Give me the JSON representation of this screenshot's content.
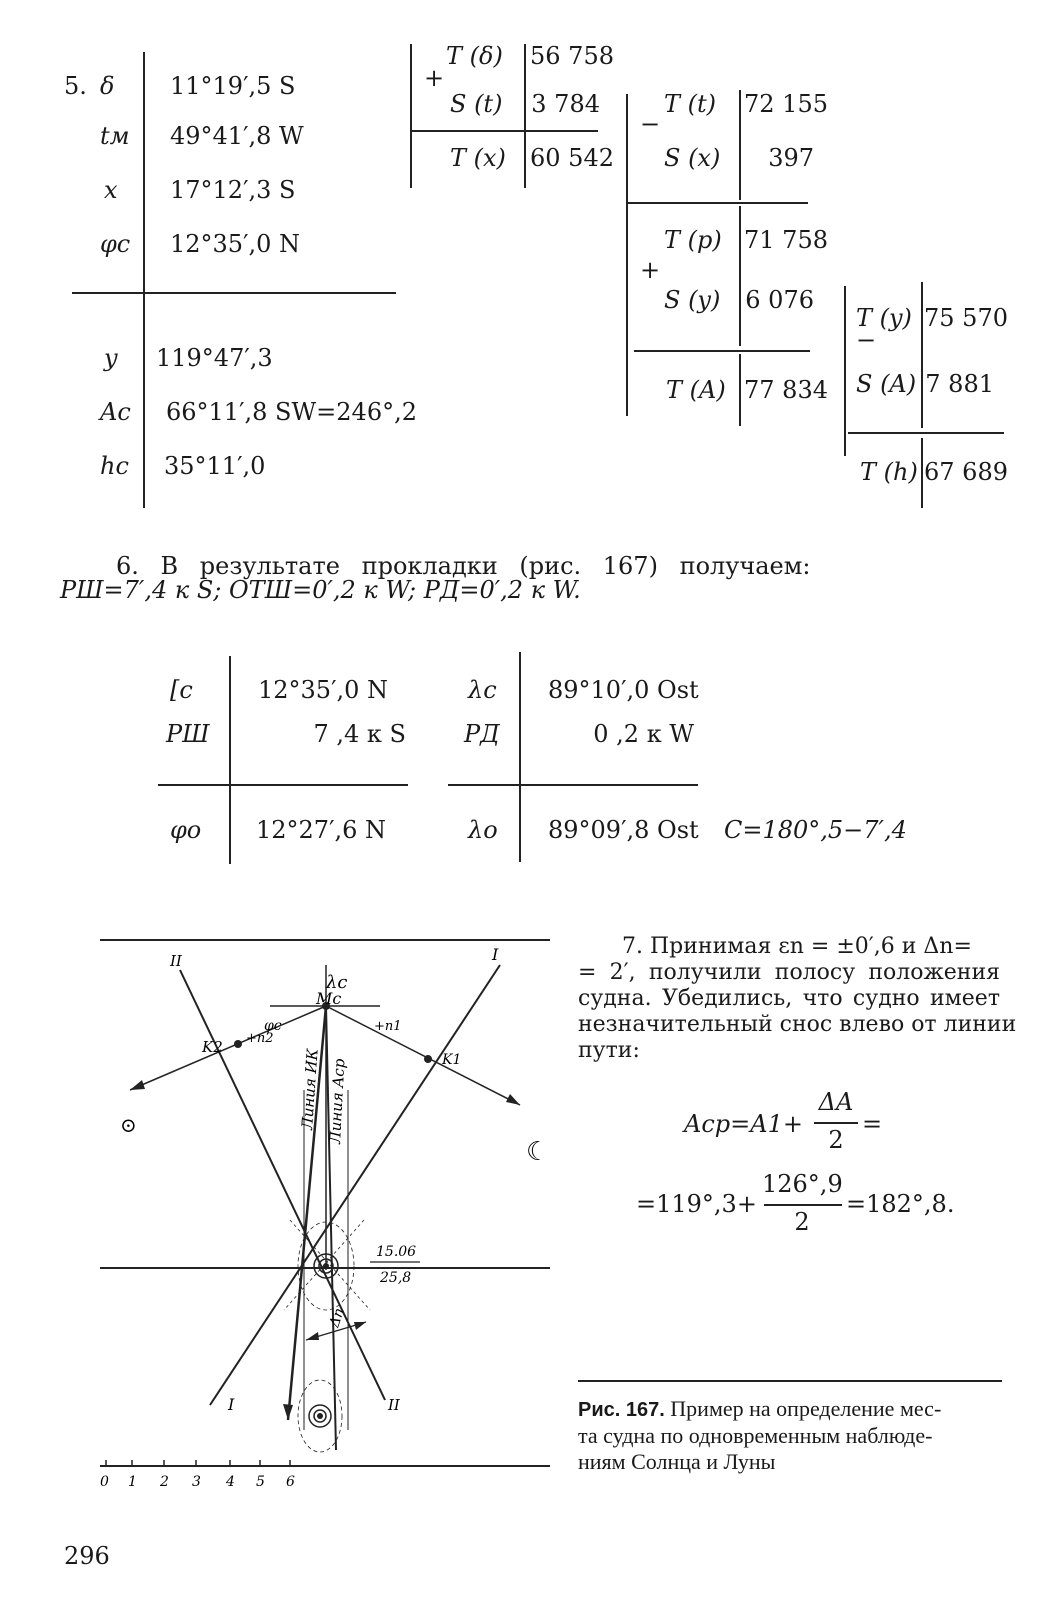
{
  "step5": {
    "num": "5.",
    "rows": [
      {
        "label": "δ",
        "value": "11°19′,5 S"
      },
      {
        "label": "tм",
        "value": "49°41′,8 W"
      },
      {
        "label": "x",
        "value": "17°12′,3 S"
      },
      {
        "label": "φc",
        "value": "12°35′,0 N"
      },
      {
        "label": "y",
        "value": "119°47′,3"
      },
      {
        "label": "Ac",
        "value": "66°11′,8 SW=246°,2"
      },
      {
        "label": "hc",
        "value": "35°11′,0"
      }
    ],
    "t1": {
      "sign": "+",
      "rows": [
        {
          "label": "T (δ)",
          "value": "56 758"
        },
        {
          "label": "S (t)",
          "value": "3 784"
        }
      ],
      "result": {
        "label": "T (x)",
        "value": "60 542"
      }
    },
    "t2": {
      "sign": "−",
      "rows": [
        {
          "label": "T (t)",
          "value": "72 155"
        },
        {
          "label": "S (x)",
          "value": "397"
        }
      ]
    },
    "t3": {
      "sign": "+",
      "rows": [
        {
          "label": "T (p)",
          "value": "71 758"
        },
        {
          "label": "S (y)",
          "value": "6 076"
        }
      ],
      "result": {
        "label": "T (A)",
        "value": "77 834"
      }
    },
    "t4": {
      "sign": "−",
      "rows": [
        {
          "label": "T (y)",
          "value": "75 570"
        },
        {
          "label": "S (A)",
          "value": "7 881"
        }
      ],
      "result": {
        "label": "T (h)",
        "value": "67 689"
      }
    }
  },
  "step6": {
    "line1": "6. В результате прокладки (рис. 167) получаем:",
    "line2": "РШ=7′,4 к S; ОТШ=0′,2 к W; РД=0′,2 к W."
  },
  "coords": {
    "left": [
      {
        "label": "[c",
        "value": "12°35′,0 N"
      },
      {
        "label": "РШ",
        "value": "7 ,4 к S"
      },
      {
        "label": "φo",
        "value": "12°27′,6 N"
      }
    ],
    "right": [
      {
        "label": "λc",
        "value": "89°10′,0 Ost"
      },
      {
        "label": "РД",
        "value": "0 ,2 к W"
      },
      {
        "label": "λo",
        "value": "89°09′,8 Ost"
      }
    ],
    "c_formula": "C=180°,5−7′,4"
  },
  "step7": {
    "lines": [
      "7. Принимая εn = ±0′,6 и Δn=",
      "= 2′, получили полосу положения",
      "судна. Убедились, что судно имеет",
      "незначительный снос влево от линии",
      "пути:"
    ],
    "formula1": "Aср=A1+",
    "formula1_num": "ΔA",
    "formula1_den": "2",
    "formula1_end": "=",
    "formula2_start": "=119°,3+",
    "formula2_num": "126°,9",
    "formula2_den": "2",
    "formula2_end": "=182°,8."
  },
  "figure": {
    "labels": {
      "l_II_top": "II",
      "l_I_top": "I",
      "l_lambda": "λc",
      "l_Mc": "Mc",
      "l_phi": "φc",
      "l_K2": "K2",
      "l_K1": "K1",
      "l_n2": "+n2",
      "l_n1": "+n1",
      "l_ik": "Линия ИК",
      "l_acp": "Линия Aср",
      "l_time": "15.06",
      "l_dist": "25,8",
      "l_dn": "Δn",
      "l_I_bot": "I",
      "l_II_bot": "II",
      "sun": "⊙",
      "moon": "☾"
    },
    "scale": [
      "0",
      "1",
      "2",
      "3",
      "4",
      "5",
      "6"
    ]
  },
  "caption": {
    "bold": "Рис. 167.",
    "lines": [
      " Пример на определение мес-",
      "та судна по одновременным наблюде-",
      "ниям Солнца и Луны"
    ]
  },
  "page_number": "296"
}
